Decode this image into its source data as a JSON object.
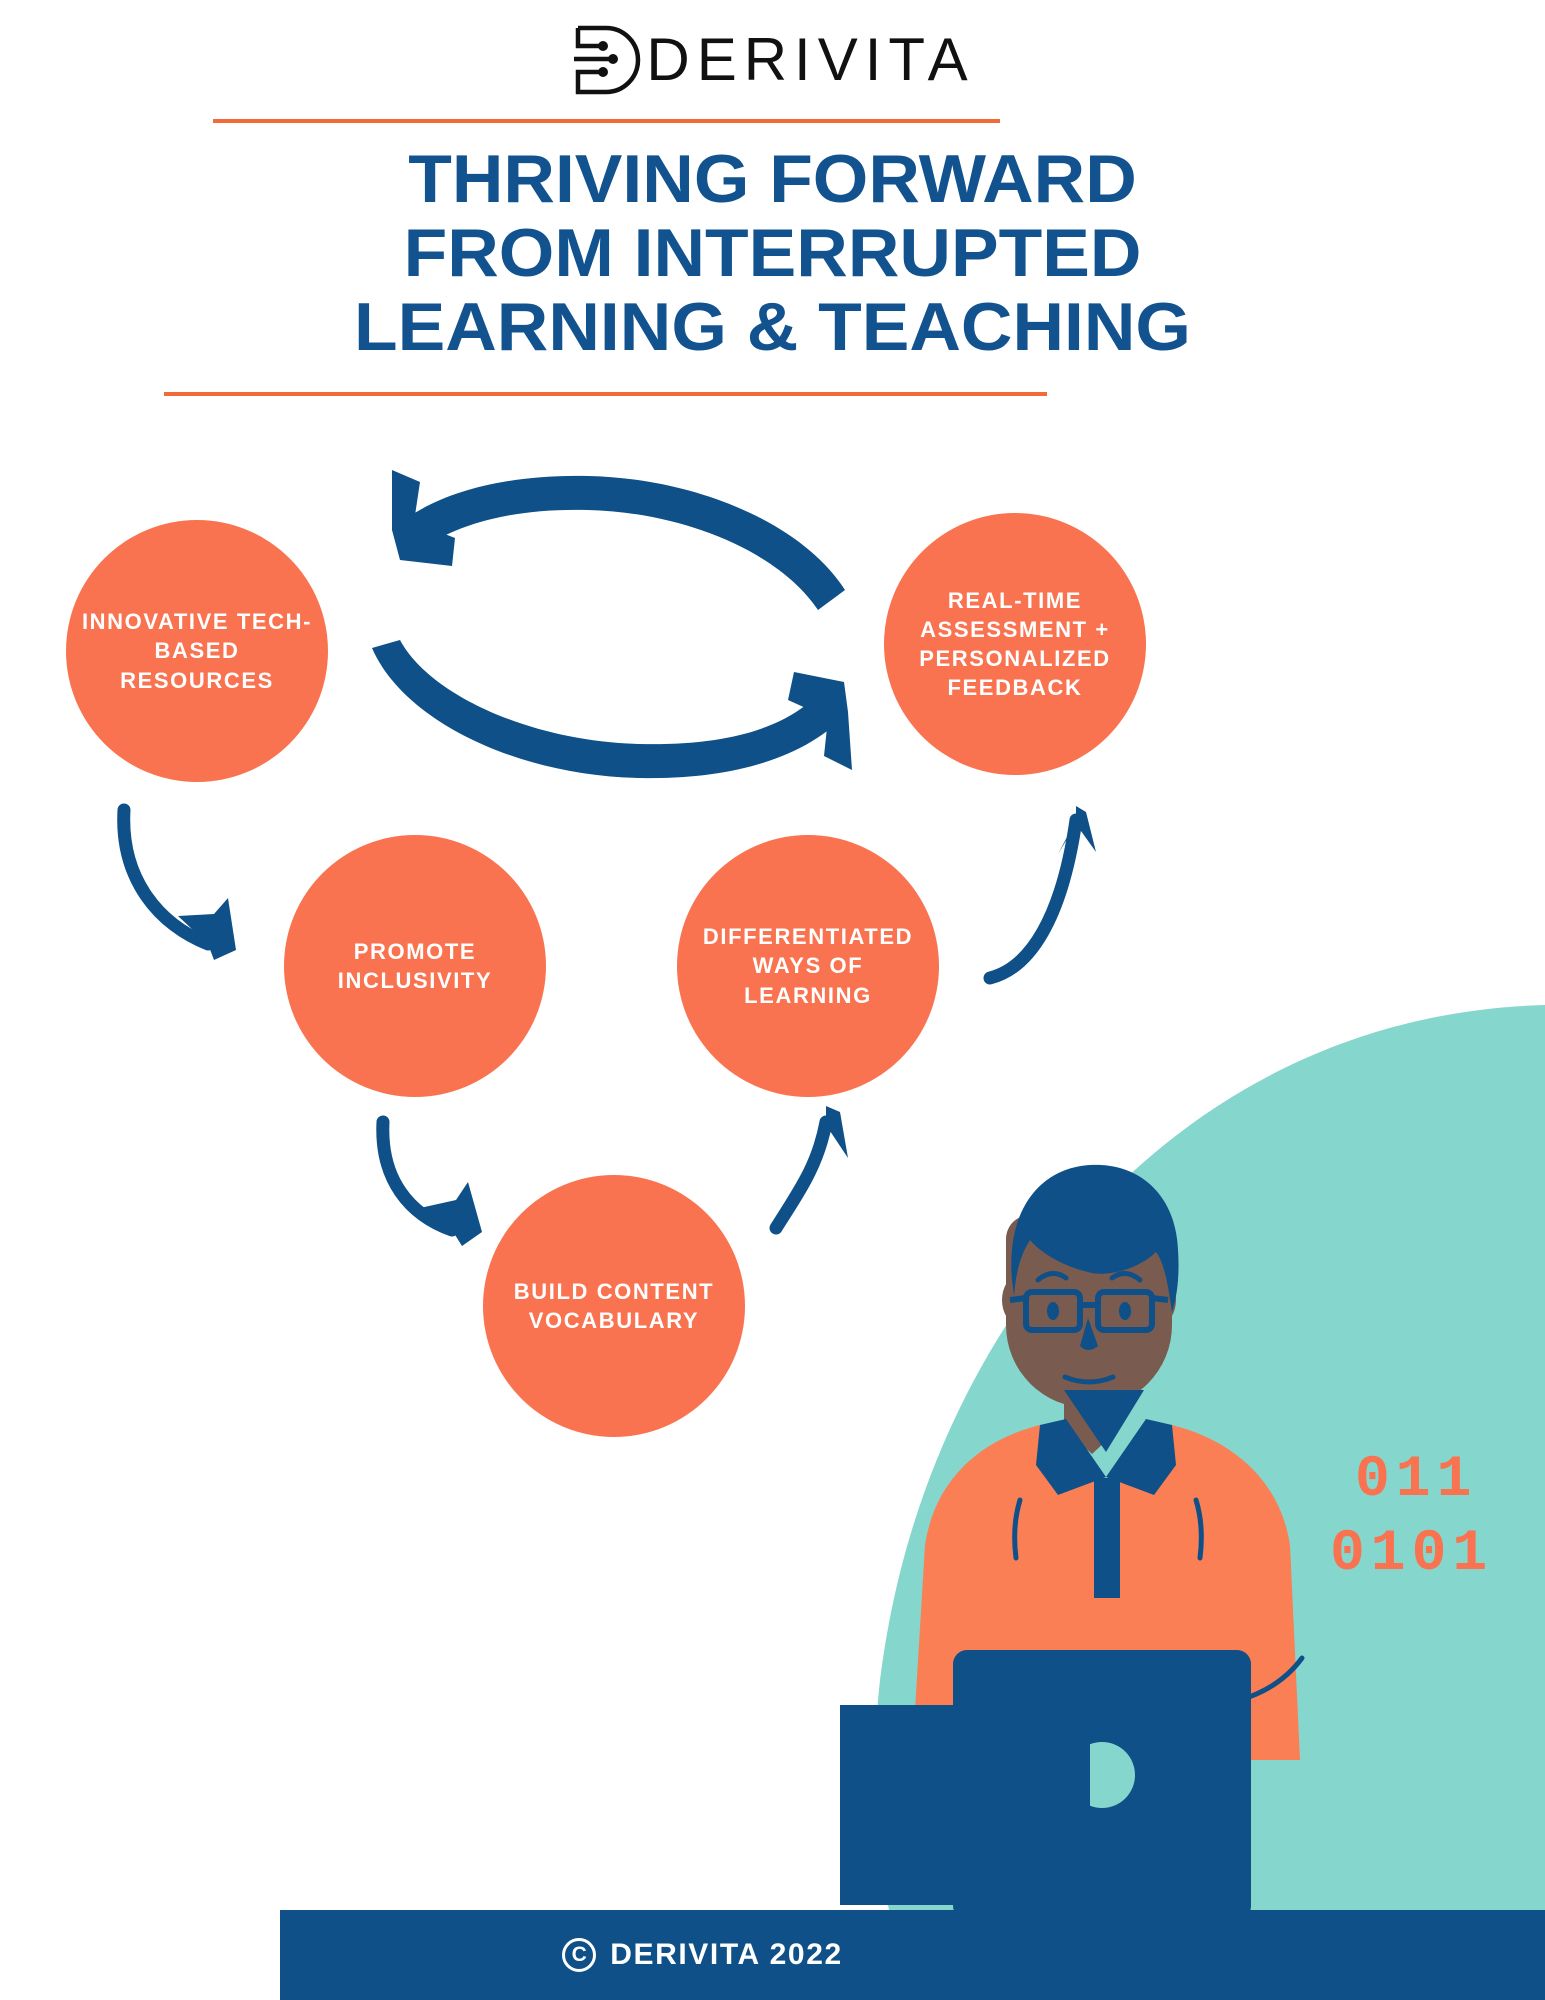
{
  "brand": {
    "logo_text": "DERIVITA",
    "logo_mark_name": "derivita-circuit-d-logo"
  },
  "title": {
    "line1": "THRIVING FORWARD",
    "line2": "FROM INTERRUPTED",
    "line3": "LEARNING & TEACHING"
  },
  "colors": {
    "orange": "#F97350",
    "orange_rule": "#F26A38",
    "navy": "#0E5087",
    "navy_dark": "#0D4F85",
    "teal": "#85D6CC",
    "skin": "#7A5B50",
    "white": "#FFFFFF"
  },
  "cycle": {
    "nodes": [
      {
        "id": "innovative",
        "label": "INNOVATIVE TECH-BASED RESOURCES"
      },
      {
        "id": "realtime",
        "label": "REAL-TIME ASSESSMENT + PERSONALIZED FEEDBACK"
      },
      {
        "id": "promote",
        "label": "PROMOTE INCLUSIVITY"
      },
      {
        "id": "differentiated",
        "label": "DIFFERENTIATED WAYS OF LEARNING"
      },
      {
        "id": "build",
        "label": "BUILD CONTENT VOCABULARY"
      }
    ],
    "arrows": [
      {
        "name": "arrow-realtime-to-innovative",
        "from": "realtime",
        "to": "innovative"
      },
      {
        "name": "arrow-innovative-to-realtime",
        "from": "innovative",
        "to": "realtime"
      },
      {
        "name": "arrow-innovative-to-promote",
        "from": "innovative",
        "to": "promote"
      },
      {
        "name": "arrow-promote-to-build",
        "from": "promote",
        "to": "build"
      },
      {
        "name": "arrow-build-to-differentiated",
        "from": "build",
        "to": "differentiated"
      },
      {
        "name": "arrow-differentiated-to-realtime",
        "from": "differentiated",
        "to": "realtime"
      }
    ]
  },
  "illustration": {
    "name": "person-at-laptop",
    "binary_line1": "011",
    "binary_line2": "0101"
  },
  "footer": {
    "copyright_symbol": "C",
    "text": "DERIVITA 2022"
  }
}
